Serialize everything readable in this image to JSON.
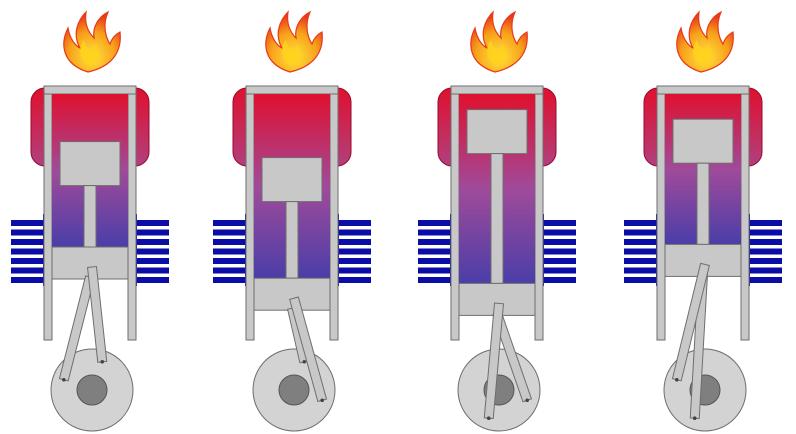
{
  "diagram": {
    "kind": "engine-cycle-stages",
    "stage_count": 4,
    "colors": {
      "hot": "#e0102e",
      "mid": "#a04a9a",
      "cold": "#4a3ea8",
      "fins": "#0b0ea6",
      "metal": "#c8c8c8",
      "metal_stroke": "#6e6e6e",
      "flywheel": "#d3d3d3",
      "hub": "#7f7f7f",
      "flame_outer": "#e8391a",
      "flame_inner": "#ffd21c"
    },
    "stages": [
      {
        "name": "stage-1",
        "displacer_level": 0.35,
        "power_piston_level": 0.25
      },
      {
        "name": "stage-2",
        "displacer_level": 0.1,
        "power_piston_level": 0.85
      },
      {
        "name": "stage-3",
        "displacer_level": 0.85,
        "power_piston_level": 0.95
      },
      {
        "name": "stage-4",
        "displacer_level": 0.7,
        "power_piston_level": 0.2
      }
    ]
  }
}
